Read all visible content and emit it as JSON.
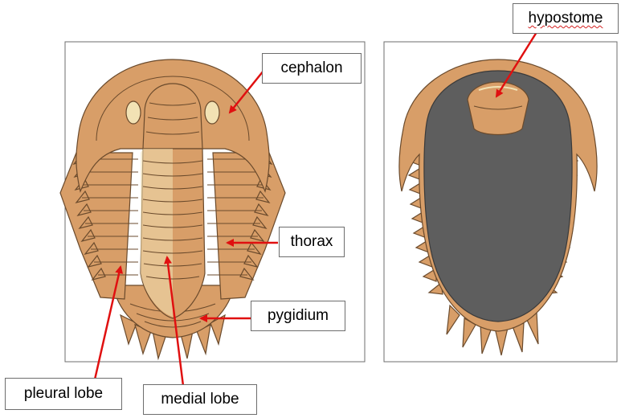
{
  "labels": {
    "cephalon": "cephalon",
    "thorax": "thorax",
    "pygidium": "pygidium",
    "pleural_lobe": "pleural lobe",
    "medial_lobe": "medial lobe",
    "hypostome": "hypostome"
  },
  "colors": {
    "body": "#d89e68",
    "highlight": "#f2e2b4",
    "shadow": "#b07a48",
    "outline": "#6a4a2c",
    "ventral": "#5e5e5e",
    "arrow": "#e01010",
    "frame": "#6d6d6d"
  }
}
